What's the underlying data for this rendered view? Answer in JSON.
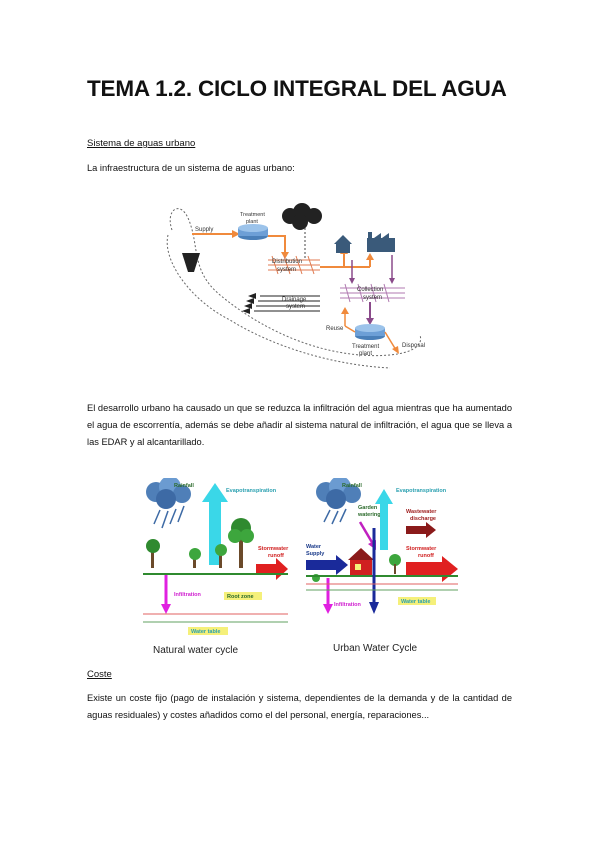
{
  "title": "TEMA 1.2. CICLO INTEGRAL DEL AGUA",
  "section1": {
    "heading": "Sistema de aguas urbano",
    "intro": "La infraestructura de un sistema de aguas urbano:"
  },
  "diagram1": {
    "supply": "Supply",
    "treatment_top": "Treatment plant",
    "distribution": "Distribution system",
    "collection": "Collection system",
    "drainage": "Drainage system",
    "reuse": "Reuse",
    "treatment_bottom": "Treatment plant",
    "disposal": "Disposal"
  },
  "paragraph2": "El desarrollo urbano ha causado un que se reduzca la infiltración del agua mientras que ha aumentado el agua de escorrentía, además se debe añadir al sistema natural de infiltración, el agua que se lleva a las EDAR y al alcantarillado.",
  "diagram2": {
    "natural": {
      "rainfall": "Rainfall",
      "evapotranspiration": "Evapotranspiration",
      "stormwater": "Stormwater runoff",
      "infiltration": "Infiltration",
      "root_zone": "Root zone",
      "water_table": "Water table",
      "caption": "Natural water cycle"
    },
    "urban": {
      "rainfall": "Rainfall",
      "garden": "Garden watering",
      "evapotranspiration": "Evapotranspiration",
      "wastewater": "Wastewater discharge",
      "water_supply": "Water Supply",
      "stormwater": "Stormwater runoff",
      "infiltration": "Infiltration",
      "water_table": "Water table",
      "caption": "Urban Water Cycle"
    }
  },
  "section2": {
    "heading": "Coste",
    "text": "Existe un coste fijo (pago de instalación y sistema, dependientes de la demanda y de la cantidad de aguas residuales) y costes añadidos como el del personal, energía, reparaciones..."
  }
}
